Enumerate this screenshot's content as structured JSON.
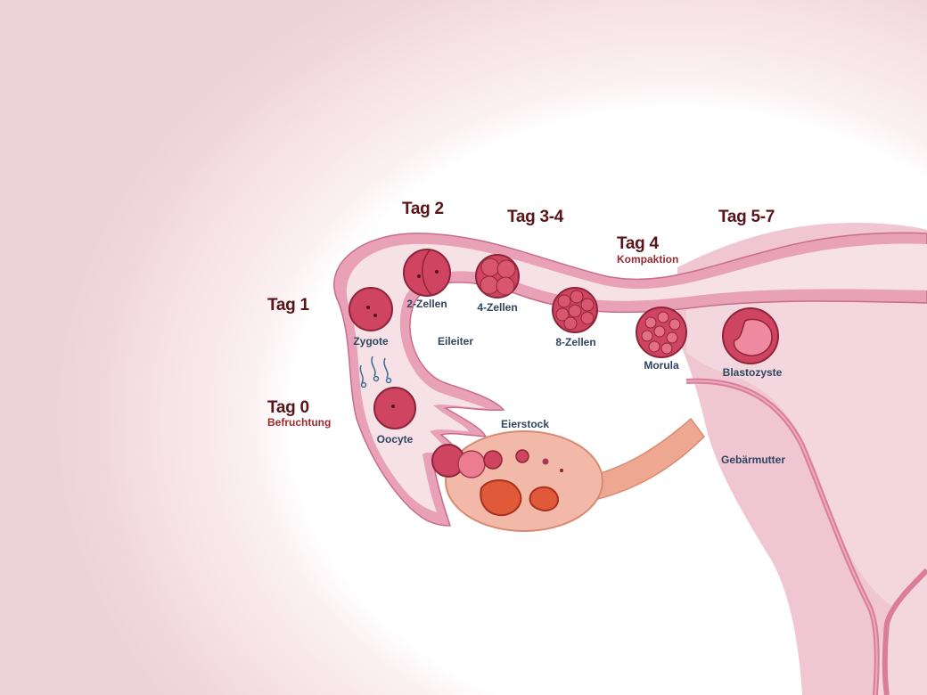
{
  "title": "Embryonalentwicklung: von der Befruchtung bis zur Blastozyste",
  "colors": {
    "tag_text": "#5a1418",
    "sub_text": "#9b2a30",
    "label_text": "#2f4560",
    "tube_wall": "#e9a6bb",
    "tube_lumen": "#f6e1e7",
    "cell_fill": "#cf4460",
    "ovary_fill": "#f2b9a9",
    "uterus_fill": "#eec3cf"
  },
  "stages": [
    {
      "day": "Tag 0",
      "sub": "Befruchtung",
      "label": "Oocyte"
    },
    {
      "day": "Tag 1",
      "sub": "",
      "label": "Zygote"
    },
    {
      "day": "Tag 2",
      "sub": "",
      "label": "2-Zellen"
    },
    {
      "day": "Tag 3-4",
      "sub": "",
      "label": "4-Zellen"
    },
    {
      "day": "",
      "sub": "",
      "label": "8-Zellen"
    },
    {
      "day": "Tag 4",
      "sub": "Kompaktion",
      "label": "Morula"
    },
    {
      "day": "Tag 5-7",
      "sub": "",
      "label": "Blastozyste"
    }
  ],
  "anatomy": {
    "oviduct": "Eileiter",
    "ovary": "Eierstock",
    "uterus": "Gebärmutter"
  }
}
